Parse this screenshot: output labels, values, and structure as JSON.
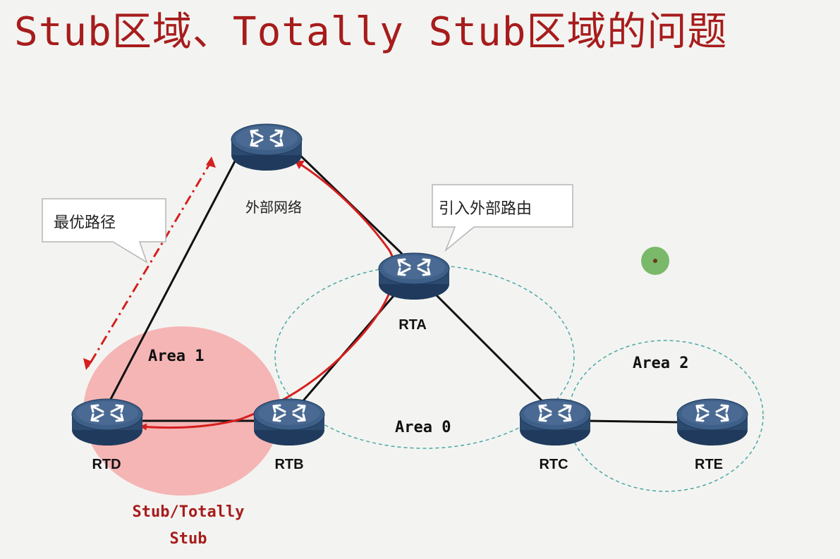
{
  "title": "Stub区域、Totally Stub区域的问题",
  "colors": {
    "title": "#a71c1c",
    "router_body": "#2c4a6e",
    "router_top": "#4a6a93",
    "stub_area_fill": "#f5b5b5",
    "area_border": "#4aa7a7",
    "red_path": "#d61f1f",
    "green_dot": "#7ab86a"
  },
  "routers": {
    "external": {
      "label": "外部网络"
    },
    "rta": {
      "label": "RTA"
    },
    "rtb": {
      "label": "RTB"
    },
    "rtc": {
      "label": "RTC"
    },
    "rtd": {
      "label": "RTD"
    },
    "rte": {
      "label": "RTE"
    }
  },
  "areas": {
    "area0": "Area 0",
    "area1": "Area 1",
    "area2": "Area 2"
  },
  "callouts": {
    "best_path": "最优路径",
    "import_routes": "引入外部路由"
  },
  "stub_label": {
    "line1": "Stub/Totally",
    "line2": "Stub"
  }
}
